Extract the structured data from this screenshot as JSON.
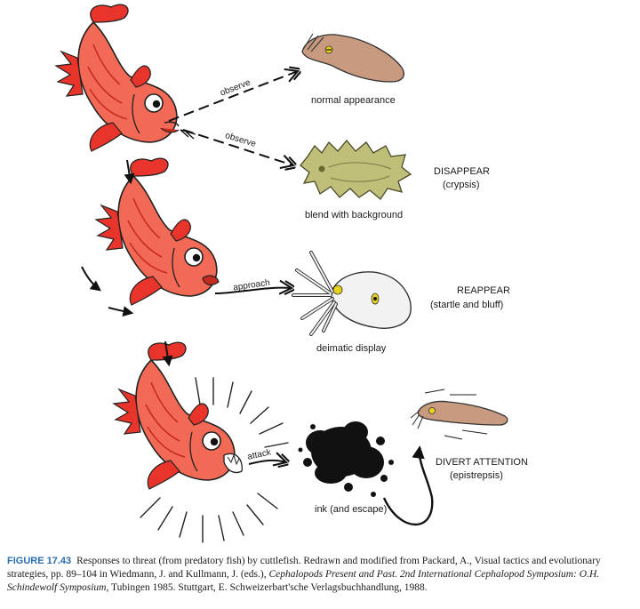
{
  "labels": {
    "observe_1": "observe",
    "observe_2": "observe",
    "approach": "approach",
    "attack": "attack",
    "normal_appearance": "normal appearance",
    "blend_with_background": "blend with background",
    "deimatic_display": "deimatic display",
    "ink_and_escape": "ink (and escape)"
  },
  "categories": {
    "disappear": {
      "title": "DISAPPEAR",
      "subtitle": "(crypsis)"
    },
    "reappear": {
      "title": "REAPPEAR",
      "subtitle": "(startle and bluff)"
    },
    "divert": {
      "title": "DIVERT ATTENTION",
      "subtitle": "(epistrepsis)"
    }
  },
  "caption": {
    "figure_label": "FIGURE 17.43",
    "text_1": "Responses to threat (from predatory fish) by cuttlefish. Redrawn and modified from Packard, A., Visual tactics and evolutionary strategies, pp. 89–104 in Wiedmann, J. and Kullmann, J. (eds.), ",
    "italic_1": "Cephalopods Present and Past. 2nd International Cephalopod Symposium: O.H. Schindewolf Symposium",
    "text_2": ", Tubingen 1985. Stuttgart, E. Schweizerbart'sche Verlagsbuchhandlung, 1988."
  },
  "colors": {
    "fish_body": "#f26a55",
    "fish_fin": "#e8342a",
    "cuttlefish_normal": "#c89a80",
    "cuttlefish_cryptic": "#bfbf7a",
    "cuttlefish_deimatic": "#f2f2f2",
    "eye_yellow": "#e8d21a",
    "caption_label": "#2a6db0"
  }
}
